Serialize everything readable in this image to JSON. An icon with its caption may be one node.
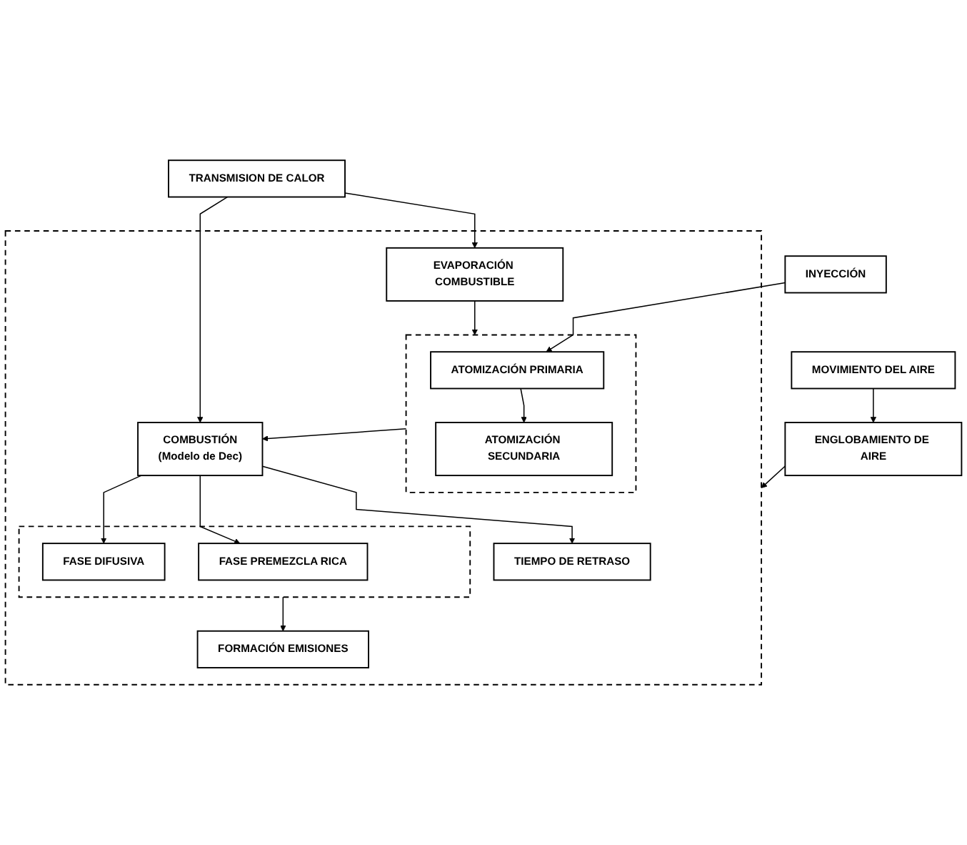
{
  "diagram": {
    "nodes": [
      {
        "text": [
          "TRANSMISION DE CALOR"
        ]
      },
      {
        "text": [
          "INYECCIÓN"
        ]
      },
      {
        "text": [
          "MOVIMIENTO DEL AIRE"
        ]
      },
      {
        "text": [],
        "shape": "box"
      },
      {
        "text": [
          "EVAPORACIÓN COMBUSTIBLE"
        ],
        "in": 3
      },
      {
        "text": [],
        "shape": "box",
        "in": 3
      },
      {
        "text": [
          "ATOMIZACIÓN PRIMARIA"
        ],
        "in": 5
      },
      {
        "text": [
          "ATOMIZACIÓN SECUNDARIA"
        ],
        "in": 5
      },
      {
        "text": [
          "ENGLOBAMIENTO DE AIRE"
        ]
      },
      {
        "text": [
          "COMBUSTIÓN",
          "(Modelo de Dec)"
        ],
        "in": 3
      },
      {
        "text": [
          "TIEMPO DE RETRASO"
        ],
        "in": 3
      },
      {
        "text": [],
        "shape": "box",
        "in": 3
      },
      {
        "text": [
          "FASE PREMEZCLA RICA"
        ],
        "in": 11
      },
      {
        "text": [
          "FASE DIFUSIVA"
        ],
        "in": 11
      },
      {
        "text": [
          "FORMACIÓN EMISIONES"
        ],
        "in": 3
      }
    ],
    "edges": [
      {
        "from": 1,
        "to": 6,
        "arrow": "to"
      },
      {
        "from": 6,
        "to": 7,
        "arrow": "to"
      },
      {
        "from": 0,
        "to": 4,
        "arrow": "to"
      },
      {
        "from": 0,
        "to": 9,
        "arrow": "to"
      },
      {
        "from": 4,
        "to": 5,
        "arrow": "to"
      },
      {
        "from": 2,
        "to": 8,
        "arrow": "to"
      },
      {
        "from": 8,
        "to": 3,
        "arrow": "to"
      },
      {
        "from": 5,
        "to": 9,
        "arrow": "to"
      },
      {
        "from": 9,
        "to": 10,
        "arrow": "to"
      },
      {
        "from": 9,
        "to": 12,
        "arrow": "to"
      },
      {
        "from": 9,
        "to": 13,
        "arrow": "to"
      },
      {
        "from": 11,
        "to": 14,
        "arrow": "to"
      }
    ]
  }
}
